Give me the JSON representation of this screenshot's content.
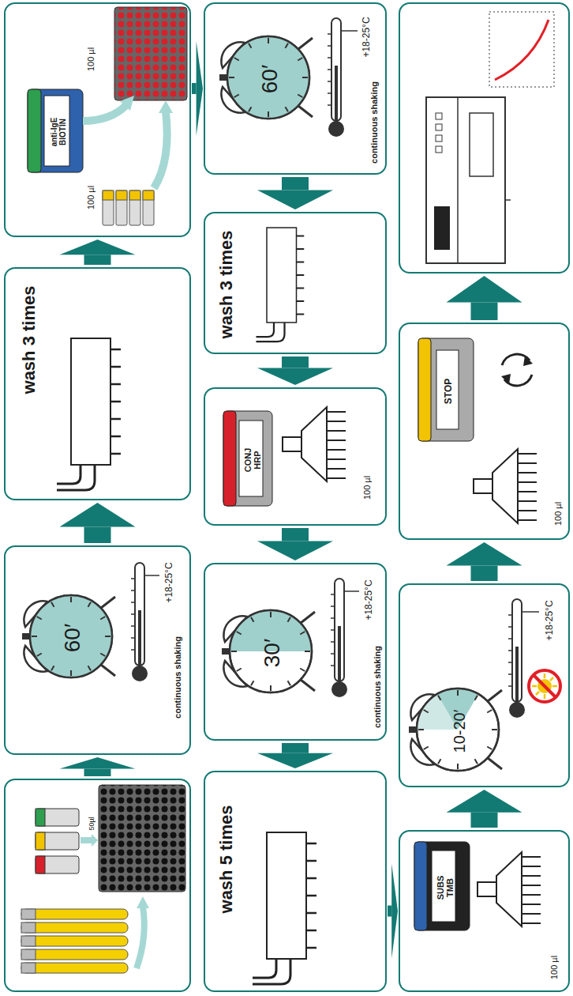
{
  "diagram": {
    "nodes": [
      {
        "text": [
          "50µl"
        ]
      },
      {
        "text": [
          "60′",
          "+18-25°C",
          "continuous shaking"
        ]
      },
      {
        "text": [
          "wash 3 times"
        ]
      },
      {
        "text": [
          "anti-IgE BIOTIN",
          "100 µl",
          "100 µl"
        ]
      },
      {
        "text": [
          "60′",
          "+18-25°C",
          "continuous shaking"
        ]
      },
      {
        "text": [
          "wash 3 times"
        ]
      },
      {
        "text": [
          "CONJ HRP",
          "100 µl"
        ]
      },
      {
        "text": [
          "30′",
          "+18-25°C",
          "continuous shaking"
        ]
      },
      {
        "text": [
          "wash 5 times"
        ]
      },
      {
        "text": [
          "SUBS TMB",
          "100 µl"
        ]
      },
      {
        "text": [
          "10-20′",
          "+18-25°C"
        ]
      },
      {
        "text": [
          "STOP",
          "100 µl"
        ]
      },
      {
        "text": []
      }
    ],
    "edges": [
      {
        "from": 0,
        "to": 1,
        "arrow": "to"
      },
      {
        "from": 1,
        "to": 2,
        "arrow": "to"
      },
      {
        "from": 2,
        "to": 3,
        "arrow": "to"
      },
      {
        "from": 3,
        "to": 4,
        "arrow": "to"
      },
      {
        "from": 4,
        "to": 5,
        "arrow": "to"
      },
      {
        "from": 5,
        "to": 6,
        "arrow": "to"
      },
      {
        "from": 6,
        "to": 7,
        "arrow": "to"
      },
      {
        "from": 7,
        "to": 8,
        "arrow": "to"
      },
      {
        "from": 8,
        "to": 9,
        "arrow": "to"
      },
      {
        "from": 9,
        "to": 10,
        "arrow": "to"
      },
      {
        "from": 10,
        "to": 11,
        "arrow": "to"
      },
      {
        "from": 11,
        "to": 12,
        "arrow": "to"
      }
    ]
  }
}
